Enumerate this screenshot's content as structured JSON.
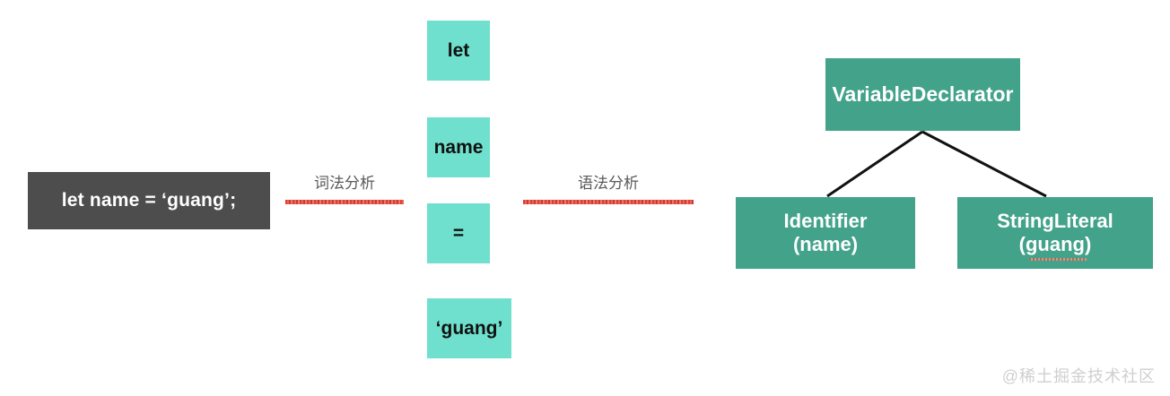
{
  "diagram": {
    "source": {
      "code": "let name = ‘guang’;",
      "box_color": "#4d4d4d",
      "text_color": "#ffffff"
    },
    "stages": [
      {
        "name": "lexical-analysis",
        "label": "词法分析",
        "line_color": "#d93025"
      },
      {
        "name": "syntax-analysis",
        "label": "语法分析",
        "line_color": "#d93025"
      }
    ],
    "tokens": {
      "box_color": "#6fe0cd",
      "items": [
        {
          "text": "let"
        },
        {
          "text": "name"
        },
        {
          "text": "="
        },
        {
          "text": "‘guang’"
        }
      ]
    },
    "ast": {
      "node_color": "#42a28a",
      "edge_color": "#111111",
      "root": {
        "title": "VariableDeclarator",
        "subtitle": ""
      },
      "children": [
        {
          "title": "Identifier",
          "subtitle": "(name)"
        },
        {
          "title": "StringLiteral",
          "subtitle": "(guang)"
        }
      ]
    },
    "watermark": "@稀土掘金技术社区"
  }
}
